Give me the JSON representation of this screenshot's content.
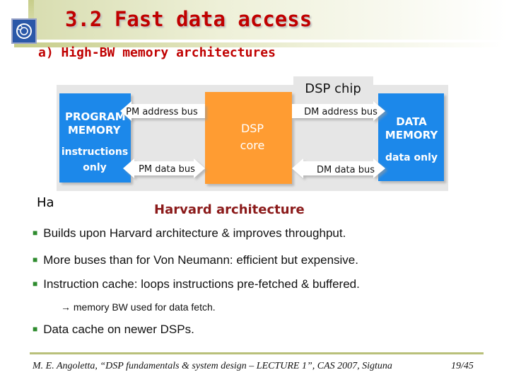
{
  "header": {
    "title": "3.2 Fast data access",
    "subtitle": "a) High-BW memory architectures"
  },
  "diagram": {
    "chip_label": "DSP chip",
    "program_memory": [
      "PROGRAM",
      "MEMORY"
    ],
    "program_note": [
      "instructions",
      "only"
    ],
    "dsp_core": [
      "DSP",
      "core"
    ],
    "data_memory": [
      "DATA",
      "MEMORY"
    ],
    "data_note": "data only",
    "buses": {
      "pm_address": "PM address bus",
      "pm_data": "PM data bus",
      "dm_address": "DM address bus",
      "dm_data": "DM data bus"
    },
    "caption": "Harvard architecture",
    "partial_text": "Ha",
    "colors": {
      "memory": "#1f88ea",
      "core": "#ff9c33",
      "chip_bg": "#e6e6e6"
    }
  },
  "bullets": [
    "Builds upon Harvard architecture & improves throughput.",
    "More buses than for Von Neumann: efficient but expensive.",
    "Instruction cache: loops instructions pre-fetched & buffered.",
    "Data cache on newer DSPs."
  ],
  "sub_note": "→ memory BW used for data fetch.",
  "footer": {
    "citation": "M. E. Angoletta, “DSP fundamentals & system design – LECTURE 1”, CAS 2007, Sigtuna",
    "page": "19/45"
  }
}
